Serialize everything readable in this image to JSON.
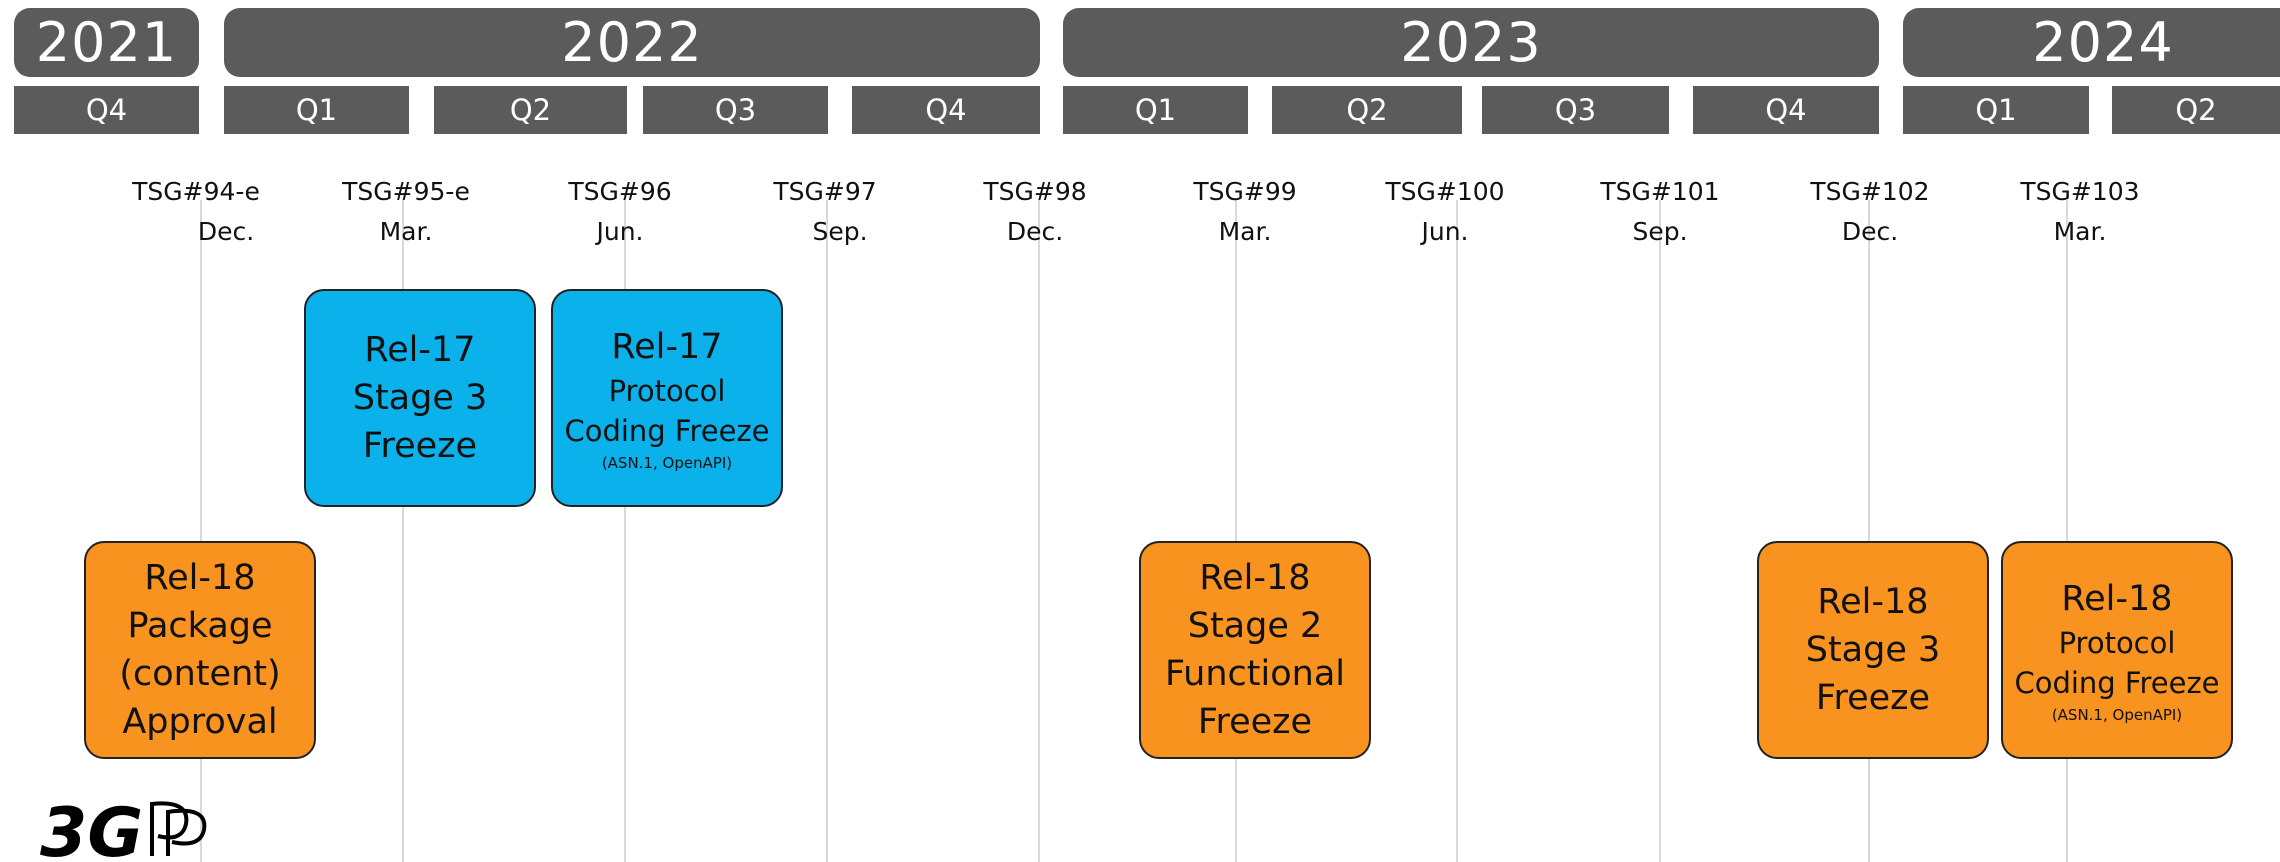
{
  "years": [
    "2021",
    "2022",
    "2023",
    "2024"
  ],
  "quarters": [
    "Q4",
    "Q1",
    "Q2",
    "Q3",
    "Q4",
    "Q1",
    "Q2",
    "Q3",
    "Q4",
    "Q1",
    "Q2"
  ],
  "meetings": [
    {
      "name": "TSG#94-e",
      "month": "Dec."
    },
    {
      "name": "TSG#95-e",
      "month": "Mar."
    },
    {
      "name": "TSG#96",
      "month": "Jun."
    },
    {
      "name": "TSG#97",
      "month": "Sep."
    },
    {
      "name": "TSG#98",
      "month": "Dec."
    },
    {
      "name": "TSG#99",
      "month": "Mar."
    },
    {
      "name": "TSG#100",
      "month": "Jun."
    },
    {
      "name": "TSG#101",
      "month": "Sep."
    },
    {
      "name": "TSG#102",
      "month": "Dec."
    },
    {
      "name": "TSG#103",
      "month": "Mar."
    }
  ],
  "milestones": [
    {
      "lines": [
        "Rel-17",
        "Stage 3",
        "Freeze"
      ],
      "note": "",
      "color": "#0bb1ea"
    },
    {
      "lines": [
        "Rel-17",
        "Protocol",
        "Coding Freeze"
      ],
      "note": "(ASN.1, OpenAPI)",
      "color": "#0bb1ea"
    },
    {
      "lines": [
        "Rel-18",
        "Package",
        "(content)",
        "Approval"
      ],
      "note": "",
      "color": "#f7931e"
    },
    {
      "lines": [
        "Rel-18",
        "Stage 2",
        "Functional",
        "Freeze"
      ],
      "note": "",
      "color": "#f7931e"
    },
    {
      "lines": [
        "Rel-18",
        "Stage 3",
        "Freeze"
      ],
      "note": "",
      "color": "#f7931e"
    },
    {
      "lines": [
        "Rel-18",
        "Protocol",
        "Coding Freeze"
      ],
      "note": "(ASN.1, OpenAPI)",
      "color": "#f7931e"
    }
  ],
  "logo_text": "3GPP"
}
